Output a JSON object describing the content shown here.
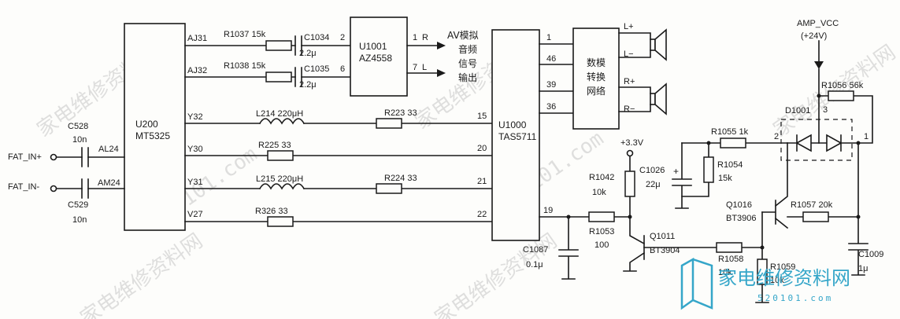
{
  "chips": {
    "u200": {
      "ref": "U200",
      "part": "MT5325"
    },
    "u1001": {
      "ref": "U1001",
      "part": "AZ4558"
    },
    "u1000": {
      "ref": "U1000",
      "part": "TAS5711"
    },
    "dac": {
      "l1": "数模",
      "l2": "转换",
      "l3": "网络"
    }
  },
  "nets": {
    "aj31": "AJ31",
    "aj32": "AJ32",
    "y32": "Y32",
    "y30": "Y30",
    "y31": "Y31",
    "v27": "V27",
    "al24": "AL24",
    "am24": "AM24"
  },
  "inputs": {
    "fat_in_p": "FAT_IN+",
    "fat_in_n": "FAT_IN-"
  },
  "components": {
    "r1037": "R1037  15k",
    "r1038": "R1038  15k",
    "c1034_ref": "C1034",
    "c1034_val": "2.2μ",
    "c1035_ref": "C1035",
    "c1035_val": "2.2μ",
    "l214": "L214  220μH",
    "r223": "R223  33",
    "r225": "R225  33",
    "l215": "L215  220μH",
    "r224": "R224  33",
    "r326": "R326  33",
    "c528_ref": "C528",
    "c528_val": "10n",
    "c529_ref": "C529",
    "c529_val": "10n",
    "r1042_ref": "R1042",
    "r1042_val": "10k",
    "r1053_ref": "R1053",
    "r1053_val": "100",
    "c1087_ref": "C1087",
    "c1087_val": "0.1μ",
    "q1011_ref": "Q1011",
    "q1011_part": "BT3904",
    "r1058_ref": "R1058",
    "r1058_val": "10k",
    "r1059_ref": "R1059",
    "r1059_val": "10k",
    "c1026_ref": "C1026",
    "c1026_val": "22μ",
    "r1055": "R1055   1k",
    "r1054_ref": "R1054",
    "r1054_val": "15k",
    "q1016_ref": "Q1016",
    "q1016_part": "BT3906",
    "r1057": "R1057  20k",
    "c1009_ref": "C1009",
    "c1009_val": "1μ",
    "r1056": "R1056  56k",
    "d1001": "D1001"
  },
  "pins": {
    "u1001_in1": "2",
    "u1001_in2": "6",
    "u1001_out1": "1",
    "u1001_out2": "7",
    "u1000_15": "15",
    "u1000_20": "20",
    "u1000_21": "21",
    "u1000_22": "22",
    "u1000_19": "19",
    "u1000_1": "1",
    "u1000_46": "46",
    "u1000_39": "39",
    "u1000_36": "36",
    "d_2": "2",
    "d_3": "3",
    "d_1": "1"
  },
  "outputs": {
    "r": "R",
    "l": "L",
    "av_l1": "AV模拟",
    "av_l2": "音频",
    "av_l3": "信号",
    "av_l4": "输出"
  },
  "speakers": {
    "lp": "L+",
    "lm": "L−",
    "rp": "R+",
    "rm": "R−"
  },
  "power": {
    "v33": "+3.3V",
    "amp_vcc": "AMP_VCC",
    "v24": "(+24V)"
  },
  "watermarks": {
    "cn": "家电维修资料网",
    "num": "520101.com"
  },
  "logo": {
    "cn": "家电维修资料网",
    "num": "520101.com"
  }
}
